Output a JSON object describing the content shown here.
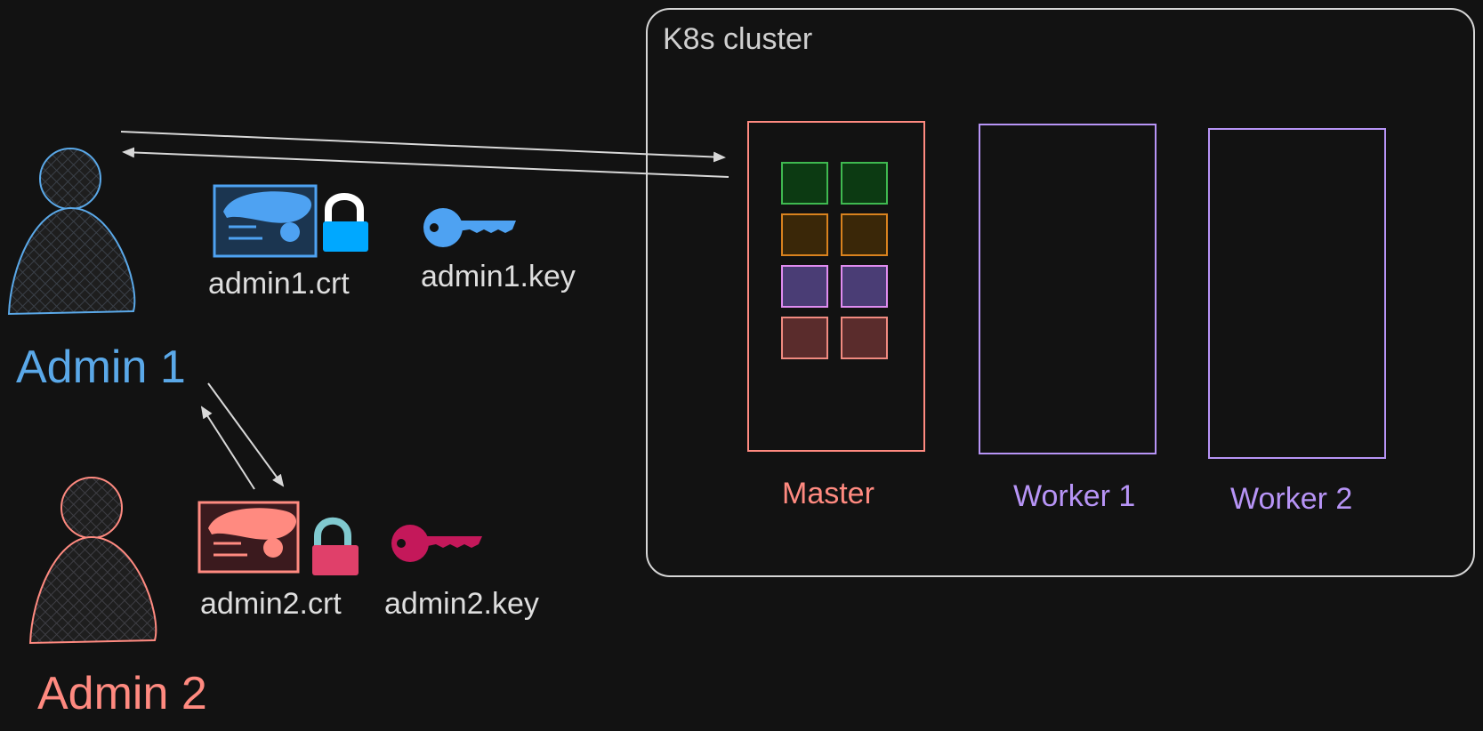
{
  "cluster": {
    "title": "K8s cluster"
  },
  "nodes": {
    "master": {
      "label": "Master",
      "color": "#ff8a80"
    },
    "worker1": {
      "label": "Worker 1",
      "color": "#b794f6"
    },
    "worker2": {
      "label": "Worker 2",
      "color": "#b794f6"
    }
  },
  "admins": {
    "admin1": {
      "name": "Admin 1",
      "color": "#5aa8e8",
      "cert": "admin1.crt",
      "key": "admin1.key",
      "lock_color": "#00a8ff",
      "key_color": "#4ea2f2"
    },
    "admin2": {
      "name": "Admin 2",
      "color": "#ff8a80",
      "cert": "admin2.crt",
      "key": "admin2.key",
      "lock_color": "#e0406a",
      "key_color": "#c4185a"
    }
  },
  "colors": {
    "background": "#121212",
    "line": "#d8d8d8",
    "pod_green": "#0c3a12",
    "pod_orange": "#3a2708",
    "pod_purple": "#4a3d75",
    "pod_brown": "#5a2c2c"
  }
}
